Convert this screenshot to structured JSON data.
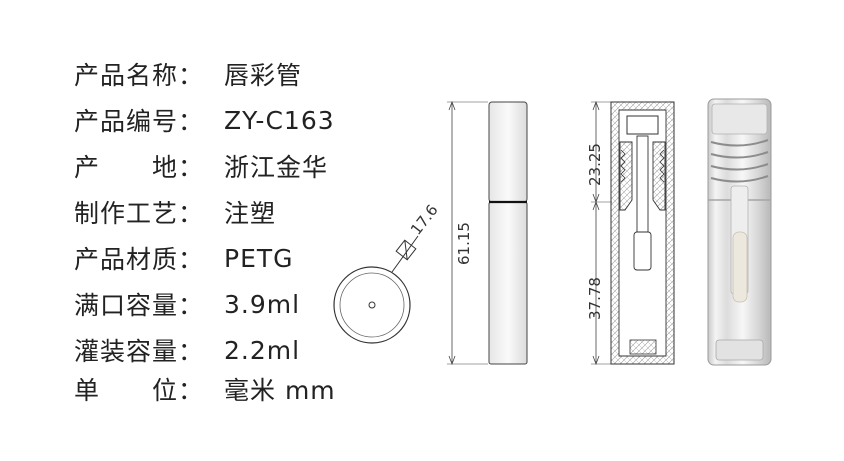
{
  "specs": [
    {
      "label": "产品名称：",
      "value": "唇彩管"
    },
    {
      "label": "产品编号：",
      "value": "ZY-C163"
    },
    {
      "label": "产　　地：",
      "value": "浙江金华"
    },
    {
      "label": "制作工艺：",
      "value": "注塑"
    },
    {
      "label": "产品材质：",
      "value": "PETG"
    },
    {
      "label": "满口容量：",
      "value": "3.9ml"
    },
    {
      "label": "灌装容量：",
      "value": "2.2ml"
    },
    {
      "label": "单　　位：",
      "value": "毫米 mm"
    }
  ],
  "dimensions": {
    "diameter": "17.6",
    "total_height": "61.15",
    "cap_height": "23.25",
    "base_height": "37.78"
  }
}
